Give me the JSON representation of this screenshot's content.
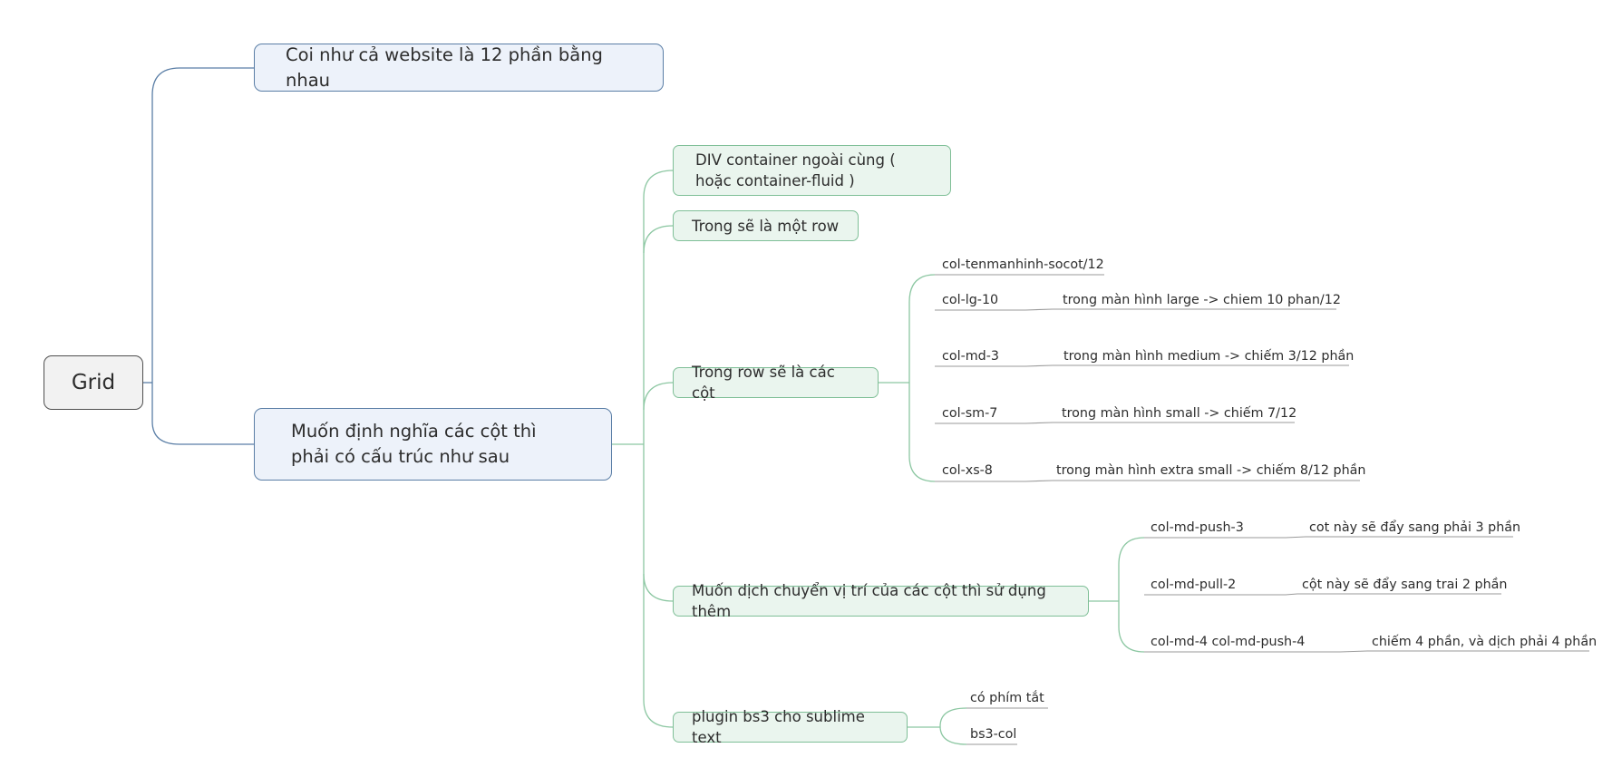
{
  "root": {
    "label": "Grid"
  },
  "topic1": {
    "label": "Coi như cả website là 12 phần bằng nhau"
  },
  "topic2": {
    "label": "Muốn định nghĩa các cột thì phải có cấu trúc như sau",
    "children": {
      "container": "DIV container ngoài cùng ( hoặc container-fluid )",
      "row": "Trong sẽ là một row",
      "cols": {
        "label": "Trong row sẽ là các cột",
        "items": [
          {
            "name": "col-tenmanhinh-socot/12"
          },
          {
            "name": "col-lg-10",
            "desc": "trong màn hình large -> chiem 10 phan/12"
          },
          {
            "name": "col-md-3",
            "desc": "trong màn hình medium -> chiếm 3/12 phần"
          },
          {
            "name": "col-sm-7",
            "desc": "trong màn hình small -> chiếm 7/12"
          },
          {
            "name": "col-xs-8",
            "desc": "trong màn hình extra small -> chiếm 8/12 phần"
          }
        ]
      },
      "move": {
        "label": "Muốn dịch chuyển vị trí của các cột thì sử dụng thêm",
        "items": [
          {
            "name": "col-md-push-3",
            "desc": "cot này sẽ đẩy sang phải 3 phần"
          },
          {
            "name": "col-md-pull-2",
            "desc": "cột này sẽ đẩy sang trai 2 phần"
          },
          {
            "name": "col-md-4 col-md-push-4",
            "desc": "chiếm 4 phần, và dịch phải 4 phần"
          }
        ]
      },
      "plugin": {
        "label": "plugin bs3 cho sublime text",
        "items": [
          {
            "name": "có phím tắt"
          },
          {
            "name": "bs3-col"
          }
        ]
      }
    }
  },
  "colors": {
    "root_line": "#5a7ea6",
    "branch_line": "#8cc7a2",
    "leaf_line": "#9a9a9a"
  }
}
